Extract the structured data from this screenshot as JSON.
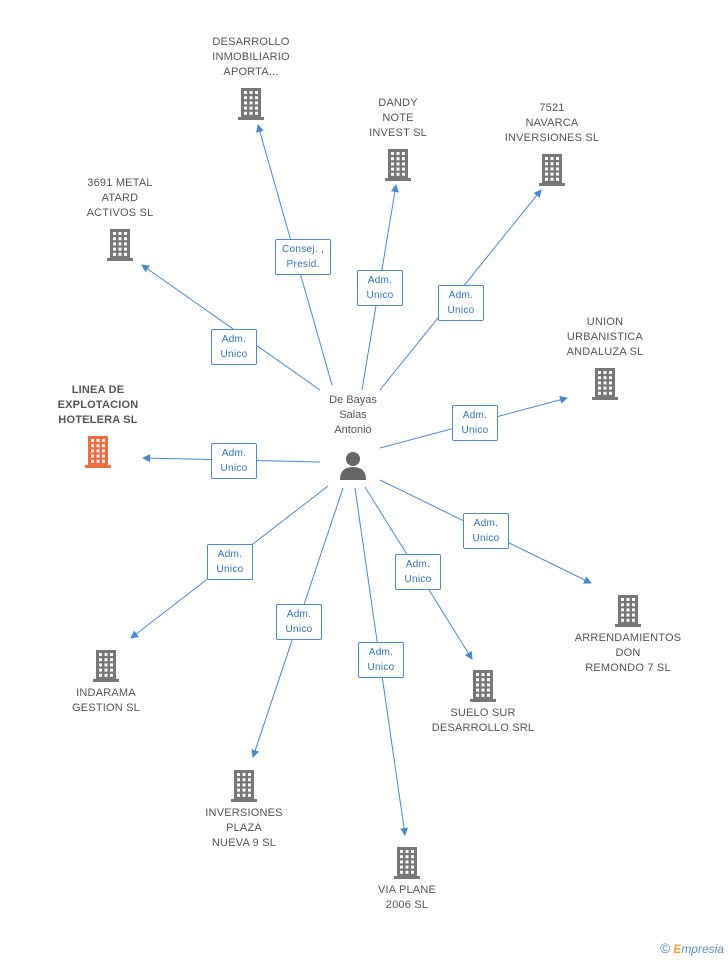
{
  "center": {
    "name": "De Bayas\nSalas\nAntonio",
    "icon": "person-icon"
  },
  "colors": {
    "edge": "#4a88d6",
    "building": "#777777",
    "highlight": "#f26a3e"
  },
  "companies": [
    {
      "id": "desarrollo",
      "label": "DESARROLLO\nINMOBILIARIO\nAPORTA...",
      "role": "Consej. ,\nPresid.",
      "highlight": false
    },
    {
      "id": "dandy",
      "label": "DANDY\nNOTE\nINVEST SL",
      "role": "Adm.\nUnico",
      "highlight": false
    },
    {
      "id": "navarca",
      "label": "7521\nNAVARCA\nINVERSIONES SL",
      "role": "Adm.\nUnico",
      "highlight": false
    },
    {
      "id": "metal",
      "label": "3691 METAL\nATARD\nACTIVOS  SL",
      "role": "Adm.\nUnico",
      "highlight": false
    },
    {
      "id": "union",
      "label": "UNION\nURBANISTICA\nANDALUZA SL",
      "role": "Adm.\nUnico",
      "highlight": false
    },
    {
      "id": "linea",
      "label": "LINEA DE\nEXPLOTACION\nHOTELERA SL",
      "role": "Adm.\nUnico",
      "highlight": true
    },
    {
      "id": "arrend",
      "label": "ARRENDAMIENTOS\nDON\nREMONDO 7 SL",
      "role": "Adm.\nUnico",
      "highlight": false
    },
    {
      "id": "indarama",
      "label": "INDARAMA\nGESTION SL",
      "role": "Adm.\nUnico",
      "highlight": false
    },
    {
      "id": "suelo",
      "label": "SUELO SUR\nDESARROLLO SRL",
      "role": "Adm.\nUnico",
      "highlight": false
    },
    {
      "id": "plaza",
      "label": "INVERSIONES\nPLAZA\nNUEVA 9 SL",
      "role": "Adm.\nUnico",
      "highlight": false
    },
    {
      "id": "viaplane",
      "label": "VIA PLANE\n2006 SL",
      "role": "Adm.\nUnico",
      "highlight": false
    }
  ],
  "brand": {
    "symbol": "©",
    "name_initial": "E",
    "name_rest": "mpresia"
  }
}
